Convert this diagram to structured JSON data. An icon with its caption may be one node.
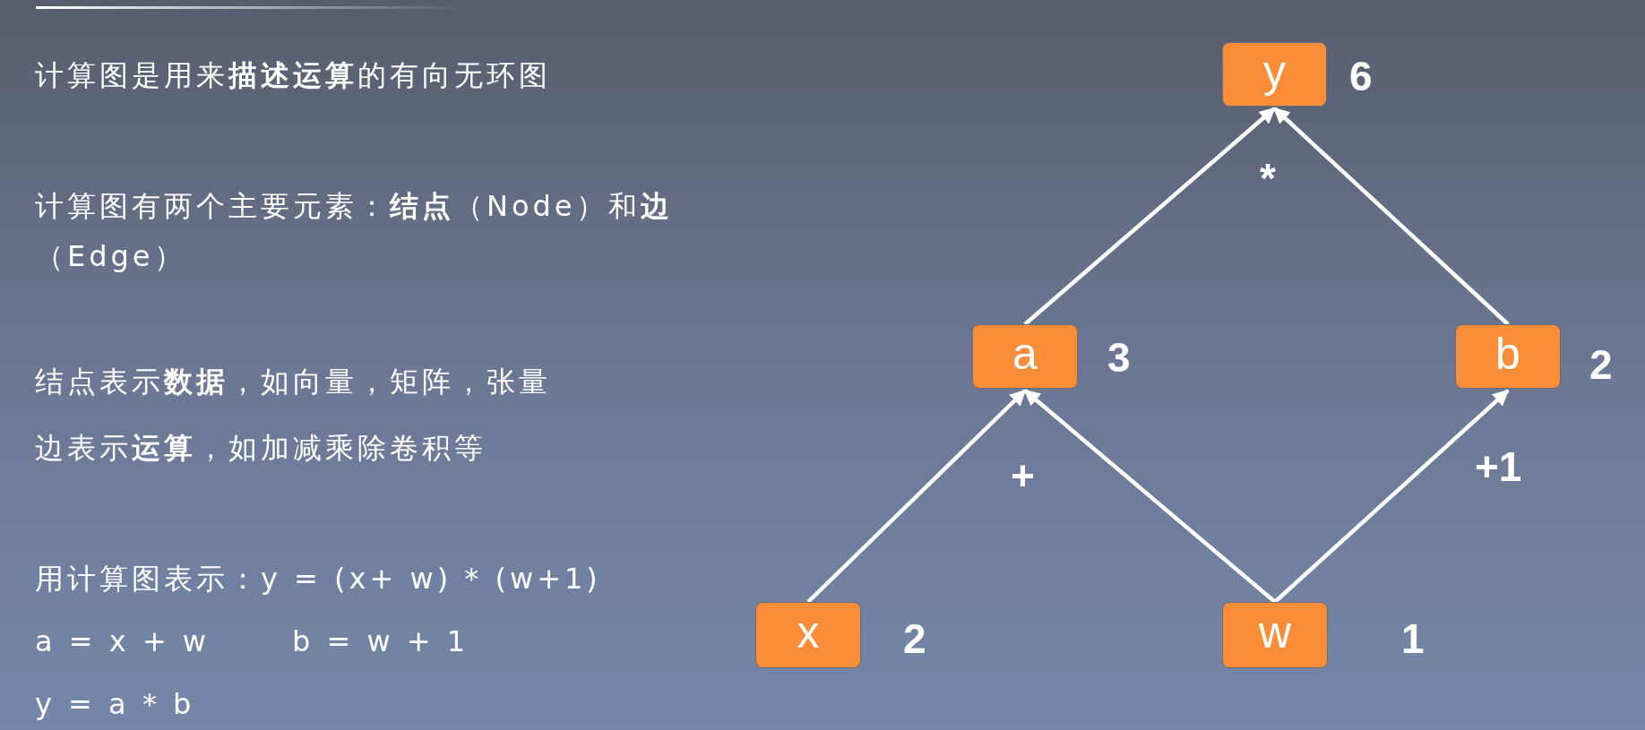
{
  "diagram": {
    "nodes": [
      {
        "text": [
          "y"
        ],
        "beside": [
          "6"
        ]
      },
      {
        "text": [
          "a"
        ],
        "beside": [
          "3"
        ]
      },
      {
        "text": [
          "b"
        ],
        "beside": [
          "2"
        ]
      },
      {
        "text": [
          "x"
        ],
        "beside": [
          "2"
        ]
      },
      {
        "text": [
          "w"
        ],
        "beside": [
          "1"
        ]
      }
    ],
    "edges": [
      {
        "from": 3,
        "to": 1,
        "arrow": "to"
      },
      {
        "from": 4,
        "to": 1,
        "arrow": "to"
      },
      {
        "from": 1,
        "to": 0,
        "arrow": "to"
      },
      {
        "from": 2,
        "to": 0,
        "arrow": "to"
      },
      {
        "from": 4,
        "to": 2,
        "arrow": "to"
      }
    ],
    "labels": [
      "计算图是用来**描述运算**的有向无环图",
      "计算图有两个主要元素：**结点**（Node）和**边**（Edge）",
      "结点表示**数据**，如向量，矩阵，张量",
      "边表示**运算**，如加减乘除卷积等",
      "用计算图表示：y = (x+ w) * (w+1)",
      "a = x + w",
      "b = w + 1",
      "y = a * b",
      "*",
      "+",
      "+1"
    ]
  }
}
